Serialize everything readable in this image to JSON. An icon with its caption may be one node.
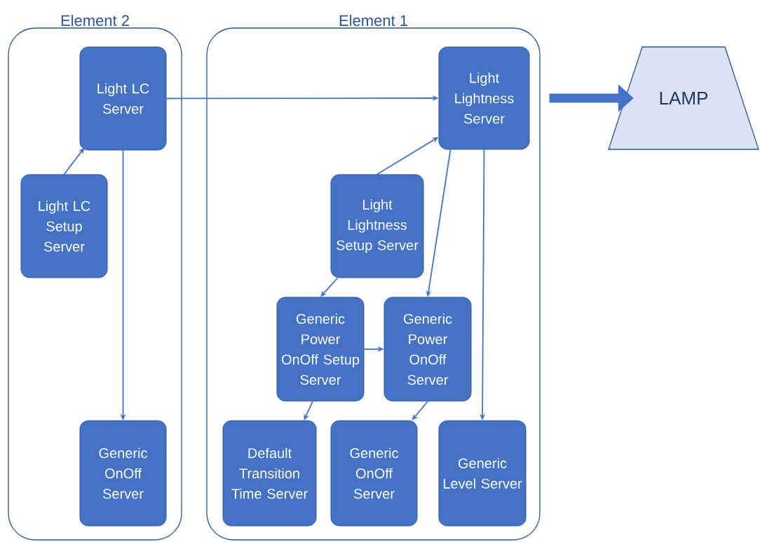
{
  "diagram": {
    "nodes": [
      {
        "text": [
          "Element 2"
        ]
      },
      {
        "text": [
          "Element 1"
        ]
      },
      {
        "text": [
          "Light LC Server"
        ],
        "in": 0
      },
      {
        "text": [
          "Light LC Setup Server"
        ],
        "in": 0
      },
      {
        "text": [
          "Generic OnOff Server"
        ],
        "in": 0
      },
      {
        "text": [
          "Light Lightness Server"
        ],
        "in": 1
      },
      {
        "text": [
          "Light Lightness Setup Server"
        ],
        "in": 1
      },
      {
        "text": [
          "Generic Power OnOff Setup Server"
        ],
        "in": 1
      },
      {
        "text": [
          "Generic Power OnOff Server"
        ],
        "in": 1
      },
      {
        "text": [
          "Default Transition Time Server"
        ],
        "in": 1
      },
      {
        "text": [
          "Generic OnOff Server"
        ],
        "in": 1
      },
      {
        "text": [
          "Generic Level Server"
        ],
        "in": 1
      },
      {
        "text": [
          "LAMP"
        ]
      }
    ],
    "edges": [
      {
        "from": 3,
        "to": 2,
        "arrow": "to"
      },
      {
        "from": 2,
        "to": 5,
        "arrow": "to"
      },
      {
        "from": 2,
        "to": 4,
        "arrow": "to"
      },
      {
        "from": 6,
        "to": 5,
        "arrow": "to"
      },
      {
        "from": 5,
        "to": 8,
        "arrow": "to"
      },
      {
        "from": 5,
        "to": 11,
        "arrow": "to"
      },
      {
        "from": 6,
        "to": 7,
        "arrow": "to"
      },
      {
        "from": 7,
        "to": 8,
        "arrow": "to"
      },
      {
        "from": 8,
        "to": 10,
        "arrow": "to"
      },
      {
        "from": 7,
        "to": 9,
        "arrow": "to"
      },
      {
        "from": 5,
        "to": 12,
        "arrow": "to",
        "style": "thick"
      }
    ]
  }
}
